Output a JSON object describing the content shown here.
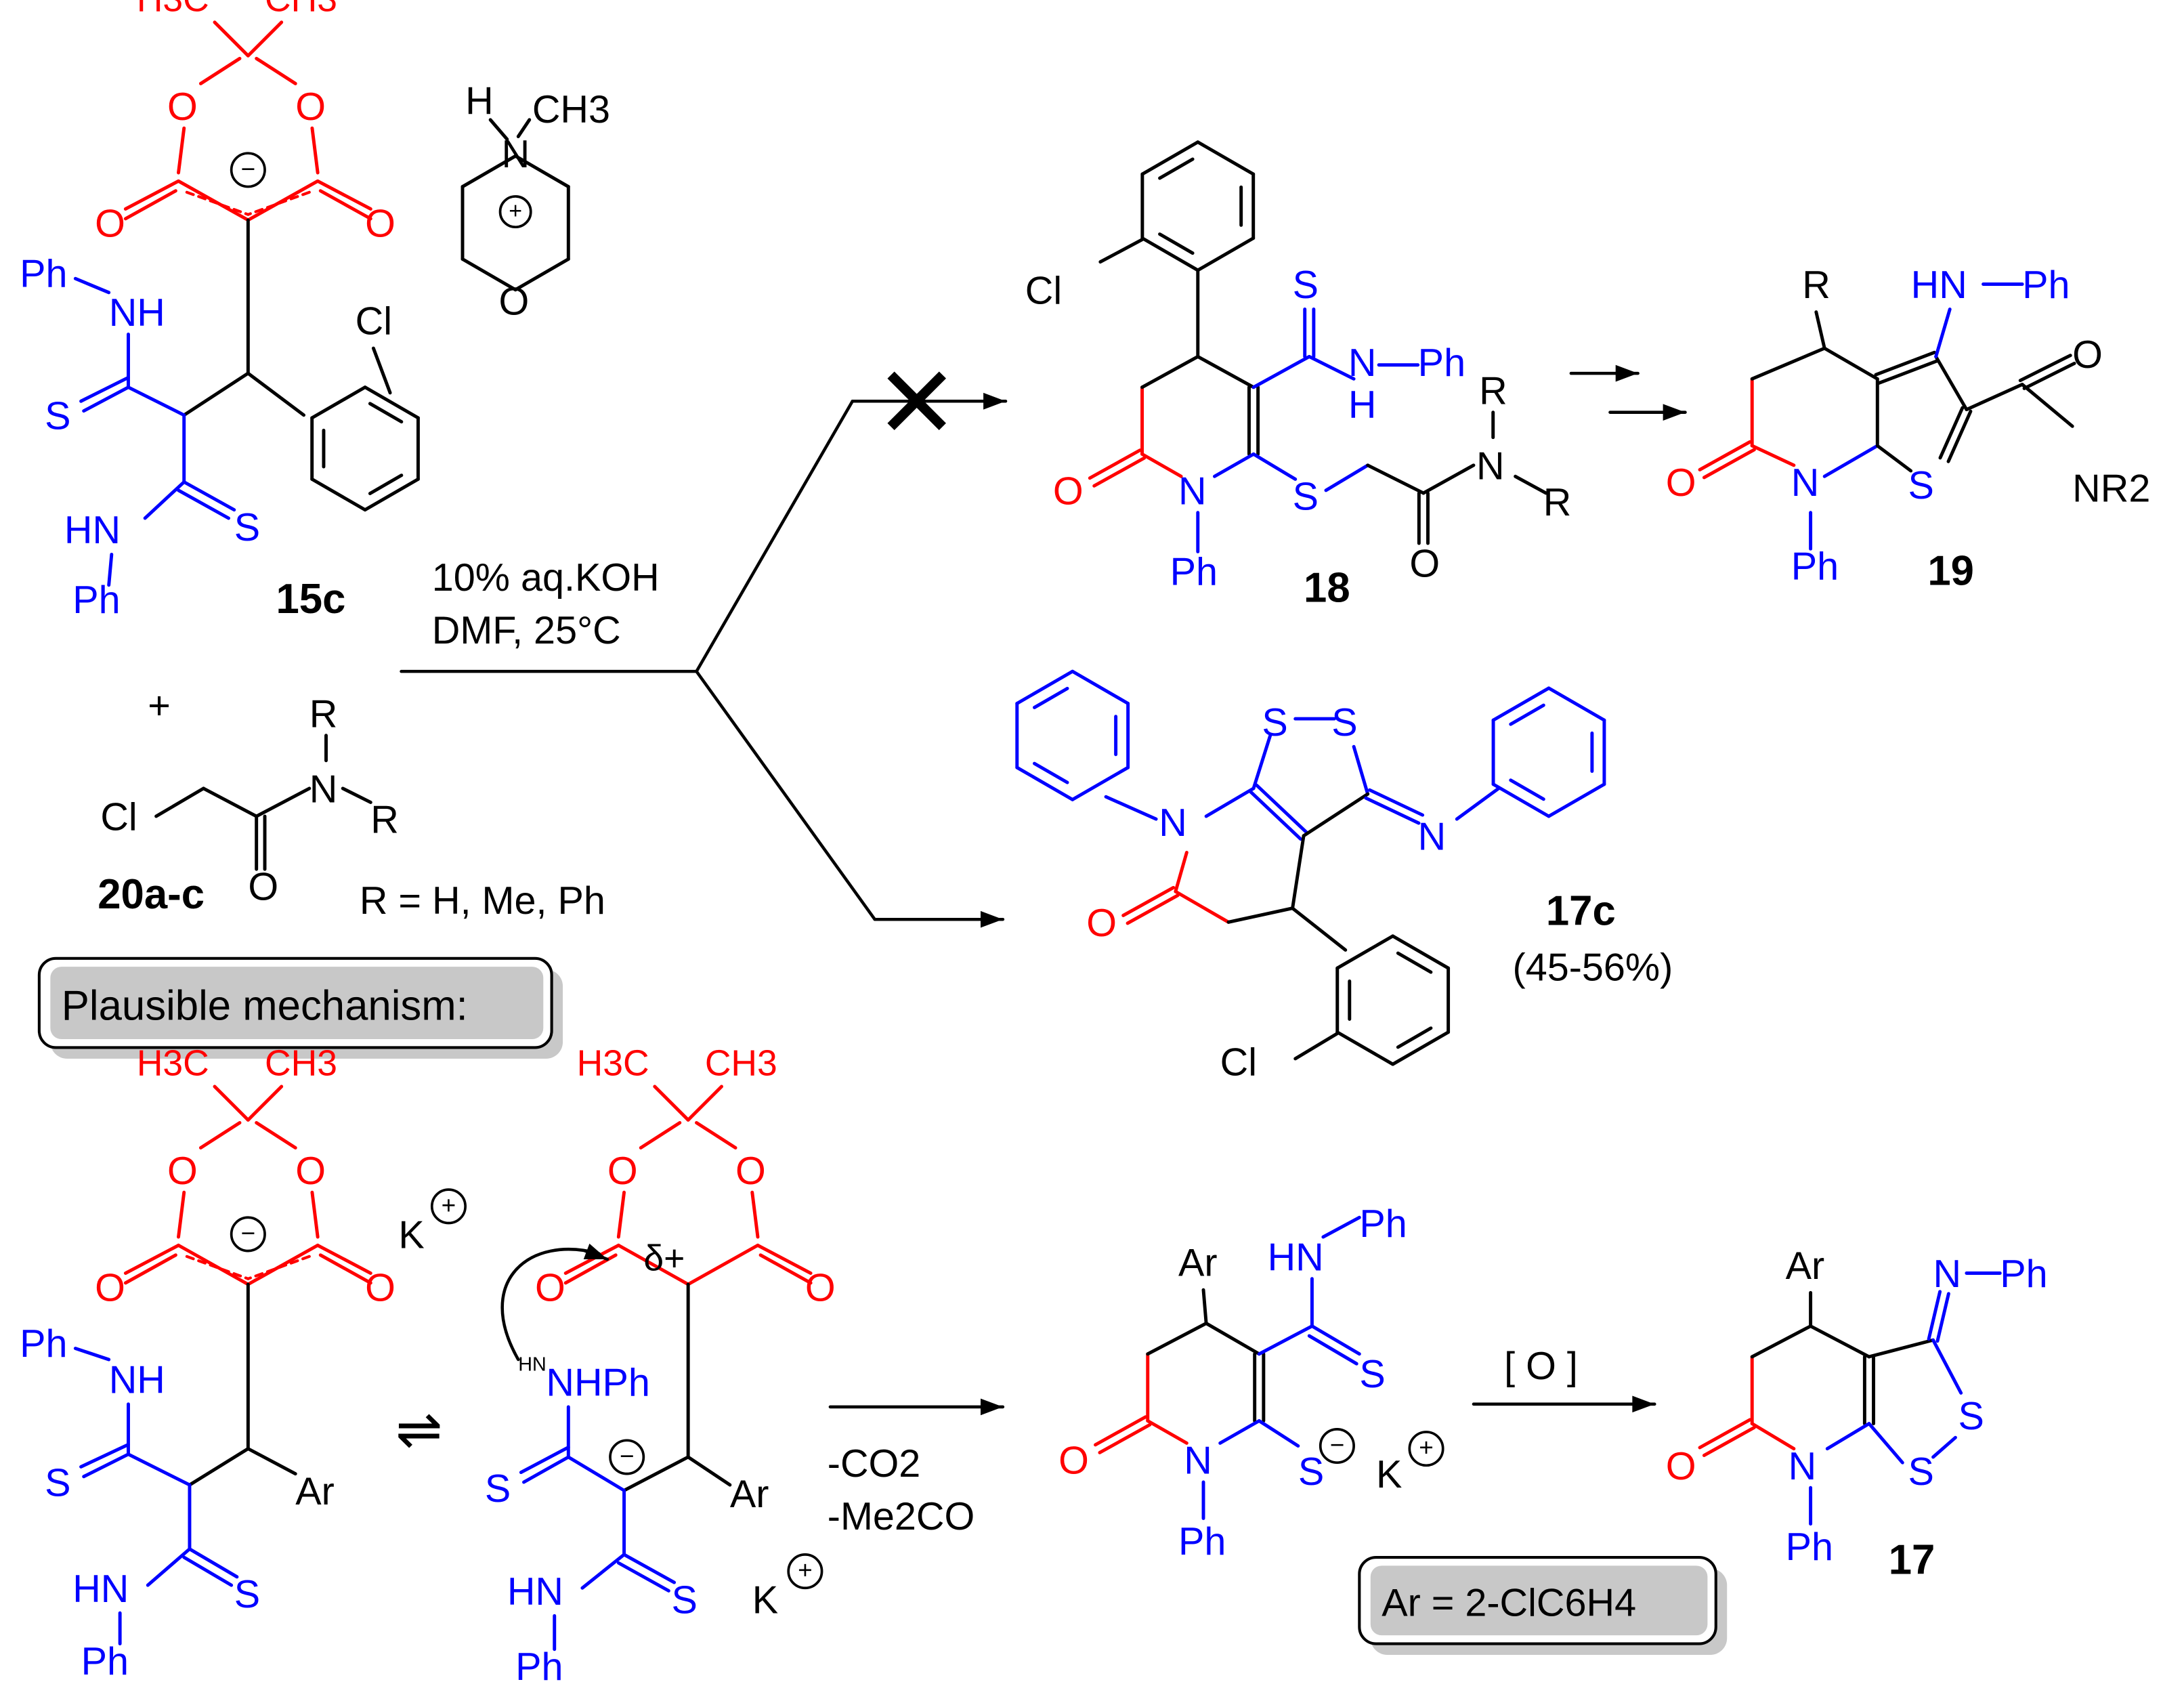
{
  "colors": {
    "bond": "#000000",
    "ring_red": "#ff0000",
    "thio_blue": "#0000ff",
    "box_fill": "#c8c8c8"
  },
  "compounds": {
    "c15c": {
      "label": "15c"
    },
    "c18": {
      "label": "18"
    },
    "c19": {
      "label": "19"
    },
    "c17c": {
      "label": "17c",
      "yield": "(45-56%)"
    },
    "c20": {
      "label": "20a-c"
    },
    "c17": {
      "label": "17"
    }
  },
  "reaction": {
    "reagent_line1": "10% aq.KOH",
    "reagent_line2": "DMF, 25°C",
    "plus": "+",
    "r_def": "R = H, Me, Ph",
    "blocked_mark": "✕"
  },
  "mechanism": {
    "box_label": "Plausible mechanism:",
    "equilibrium_symbol": "⇌",
    "step1_byproduct1": "-CO2",
    "step1_byproduct2": "-Me2CO",
    "step2_condition": "[ O ]",
    "ar_def": "Ar = 2-ClC6H4",
    "delta_plus": "δ+",
    "counter_ion": "K"
  },
  "atoms": {
    "Ph": "Ph",
    "NH": "NH",
    "HN": "HN",
    "S": "S",
    "O": "O",
    "N": "N",
    "H": "H",
    "Cl": "Cl",
    "CH3": "CH3",
    "H3C": "H3C",
    "R": "R",
    "Ar": "Ar",
    "NR2": "NR2",
    "HN_Ph": "HN",
    "N_Ph": "N",
    "NHPh": "NHPh",
    "S_minus": "S",
    "plus": "+",
    "minus": "−"
  }
}
